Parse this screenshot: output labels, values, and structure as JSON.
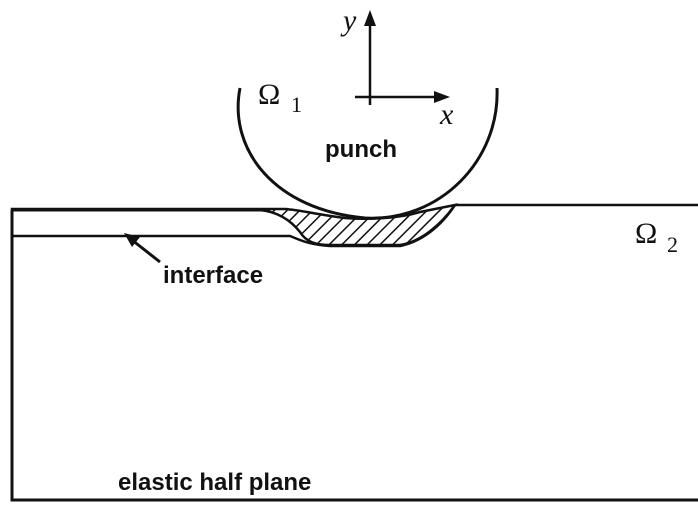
{
  "labels": {
    "domain1": "Ω",
    "domain1_sub": "1",
    "domain2": "Ω",
    "domain2_sub": "2",
    "axis_y": "y",
    "axis_x": "x",
    "punch": "punch",
    "interface": "interface",
    "half_plane": "elastic half plane"
  },
  "colors": {
    "ink": "#111111",
    "background": "#ffffff"
  }
}
